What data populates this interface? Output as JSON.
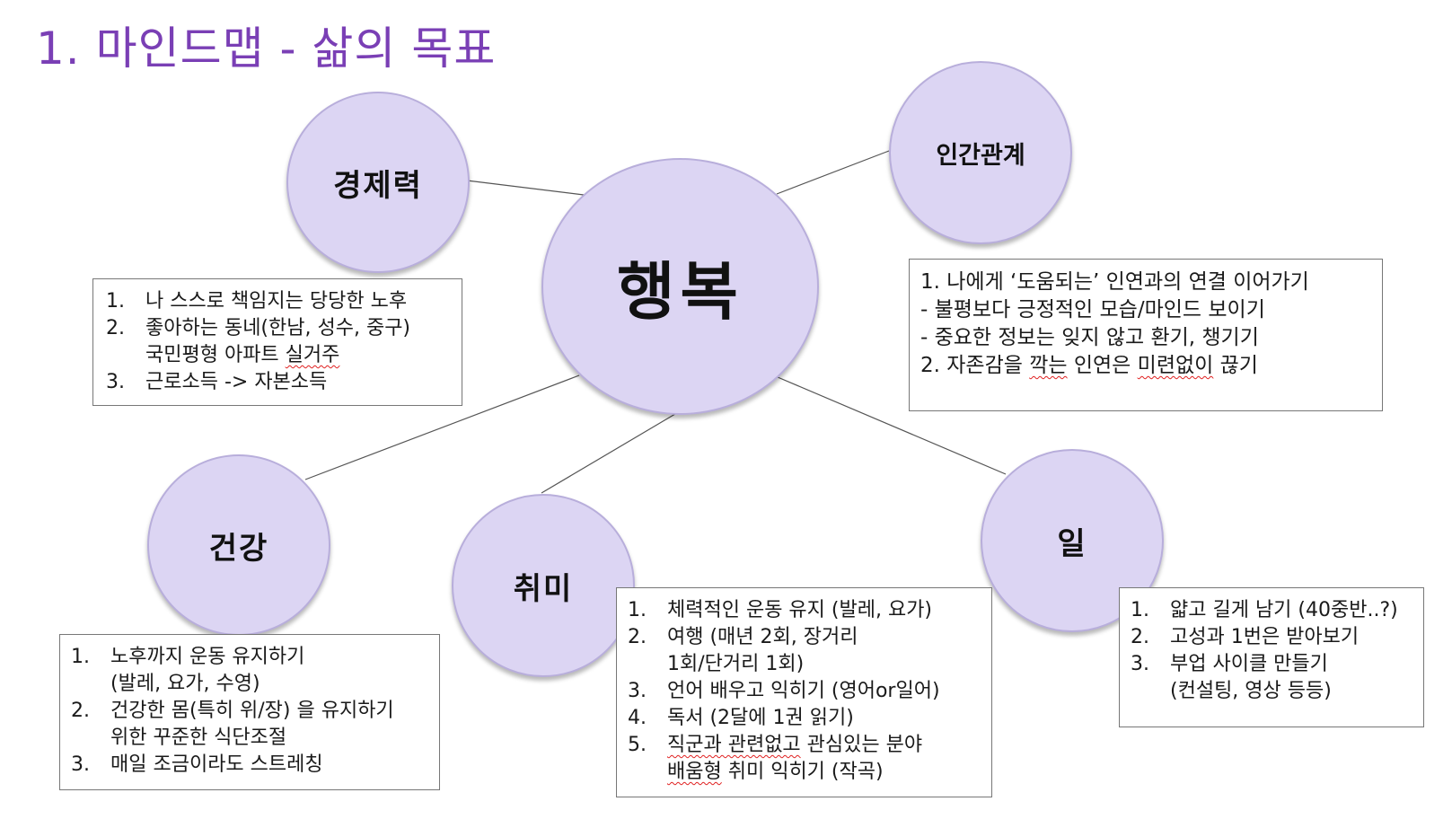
{
  "title": "1. 마인드맵 - 삶의 목표",
  "colors": {
    "title": "#7a3fb5",
    "node_fill": "#dcd5f3",
    "node_border": "#b8aedb",
    "connector": "#555555",
    "box_border": "#777777"
  },
  "center": {
    "label": "행복"
  },
  "economy": {
    "label": "경제력",
    "items": [
      {
        "num": "1.",
        "text": "나 스스로 책임지는 당당한 노후"
      },
      {
        "num": "2.",
        "text": "좋아하는 동네(한남, 성수, 중구)"
      },
      {
        "num": "",
        "text": "국민평형 아파트 ",
        "squiggle": "실거주"
      },
      {
        "num": "3.",
        "text": "근로소득 -> 자본소득"
      }
    ]
  },
  "relations": {
    "label": "인간관계",
    "lines": [
      {
        "text": "1. 나에게 ‘도움되는’ 인연과의 연결 이어가기"
      },
      {
        "text": "- 불평보다 긍정적인 모습/마인드 보이기"
      },
      {
        "text": "- 중요한 정보는 잊지 않고 환기, 챙기기"
      },
      {
        "pre": "2. 자존감을 ",
        "squiggle": "깍는",
        "mid": " 인연은 ",
        "squiggle2": "미련없이",
        "post": " 끊기"
      }
    ]
  },
  "health": {
    "label": "건강",
    "items": [
      {
        "num": "1.",
        "text": "노후까지 운동 유지하기"
      },
      {
        "num": "",
        "text": "(발레, 요가, 수영)"
      },
      {
        "num": "2.",
        "text": "건강한 몸(특히 위/장) 을 유지하기"
      },
      {
        "num": "",
        "text": "위한 꾸준한 식단조절"
      },
      {
        "num": "3.",
        "text": "매일 조금이라도 스트레칭"
      }
    ]
  },
  "hobby": {
    "label": "취미",
    "items": [
      {
        "num": "1.",
        "text": "체력적인 운동 유지 (발레, 요가)"
      },
      {
        "num": "2.",
        "text": "여행 (매년 2회, 장거리"
      },
      {
        "num": "",
        "text": "1회/단거리 1회)"
      },
      {
        "num": "3.",
        "text": "언어 배우고 익히기 (영어or일어)"
      },
      {
        "num": "4.",
        "text": "독서 (2달에 1권 읽기)"
      },
      {
        "num": "5.",
        "squiggle": "직군과 관련없고",
        "text": " 관심있는 분야"
      },
      {
        "num": "",
        "squiggle": "배움형",
        "text": " 취미 익히기 (작곡)"
      }
    ]
  },
  "work": {
    "label": "일",
    "items": [
      {
        "num": "1.",
        "text": "얇고 길게 남기 (40중반..?)"
      },
      {
        "num": "2.",
        "text": "고성과 1번은 받아보기"
      },
      {
        "num": "3.",
        "text": "부업 사이클 만들기"
      },
      {
        "num": "",
        "text": "(컨설팅, 영상 등등)"
      }
    ]
  }
}
